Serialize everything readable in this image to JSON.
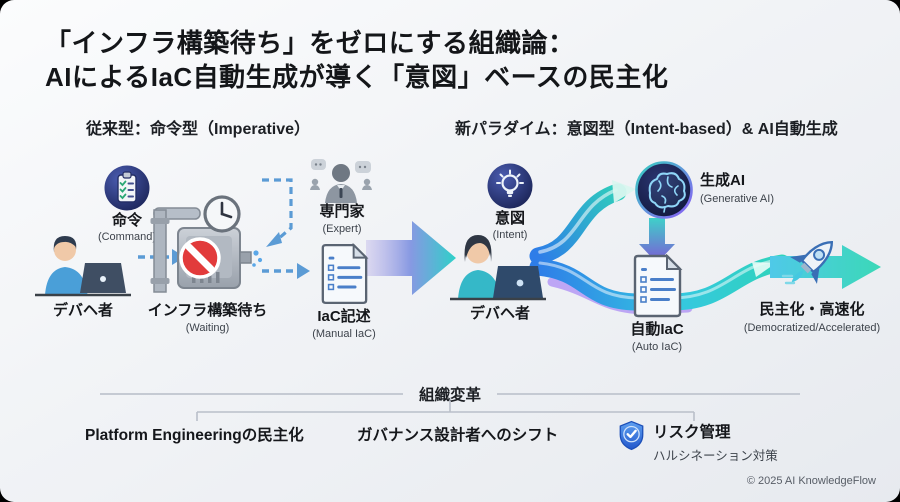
{
  "page": {
    "title_line1": "「インフラ構築待ち」をゼロにする組織論：",
    "title_line2": "AIによるIaC自動生成が導く「意図」ベースの民主化",
    "copyright": "© 2025 AI KnowledgeFlow"
  },
  "left_section": {
    "header": "従来型：命令型（Imperative）",
    "command": {
      "label": "命令",
      "sublabel": "(Command)"
    },
    "developer": {
      "label": "デバヘ者"
    },
    "waiting": {
      "label": "インフラ構築待ち",
      "sublabel": "(Waiting)"
    },
    "expert": {
      "label": "専門家",
      "sublabel": "(Expert)"
    },
    "manual_iac": {
      "label": "IaC記述",
      "sublabel": "(Manual IaC)"
    }
  },
  "right_section": {
    "header": "新パラダイム：意図型（Intent-based）& AI自動生成",
    "intent": {
      "label": "意図",
      "sublabel": "(Intent)"
    },
    "developer": {
      "label": "デバヘ者"
    },
    "generative_ai": {
      "label": "生成AI",
      "sublabel": "(Generative AI)"
    },
    "auto_iac": {
      "label": "自動IaC",
      "sublabel": "(Auto IaC)"
    },
    "outcome": {
      "label": "民主化・高速化",
      "sublabel": "(Democratized/Accelerated)"
    }
  },
  "bottom_section": {
    "header": "組織変革",
    "items": [
      {
        "label": "Platform Engineeringの民主化"
      },
      {
        "label": "ガバナンス設計者へのシフト"
      },
      {
        "label": "リスク管理",
        "sublabel": "ハルシネーション対策"
      }
    ]
  },
  "icons": {
    "command": "clipboard-checklist-icon",
    "intent": "lightbulb-icon",
    "generative_ai": "brain-icon",
    "risk": "shield-check-icon",
    "waiting": "pipeline-machine-blocked-icon",
    "outcome": "rocket-icon"
  },
  "colors": {
    "accent_blue": "#2e7de8",
    "accent_teal": "#2fd4b8",
    "accent_purple": "#8b5cf6",
    "navy_icon": "#1a2252",
    "dashed_arrow": "#5b9bd5",
    "stop_red": "#e23b3b",
    "shield_blue": "#2563d8",
    "background": "#f1f3f6"
  }
}
